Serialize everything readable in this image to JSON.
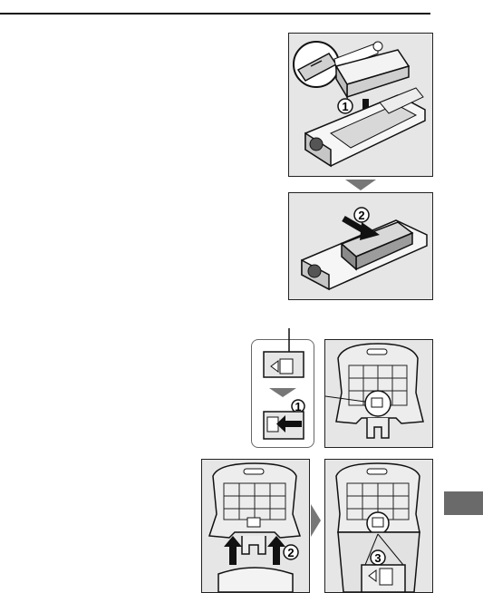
{
  "page": {
    "section_tab_color": "#6a6a6a",
    "panel_bg": "#e6e6e6"
  },
  "steps": {
    "step1": "1",
    "step2": "2",
    "step3": "3"
  },
  "icons": {
    "battery_insert_arrow": "arrow-down-icon",
    "battery_slide_arrow": "arrow-right-icon",
    "latch_arrow": "arrow-left-icon",
    "push_up_arrows": "arrow-up-icon",
    "connector": "connector-icon"
  }
}
